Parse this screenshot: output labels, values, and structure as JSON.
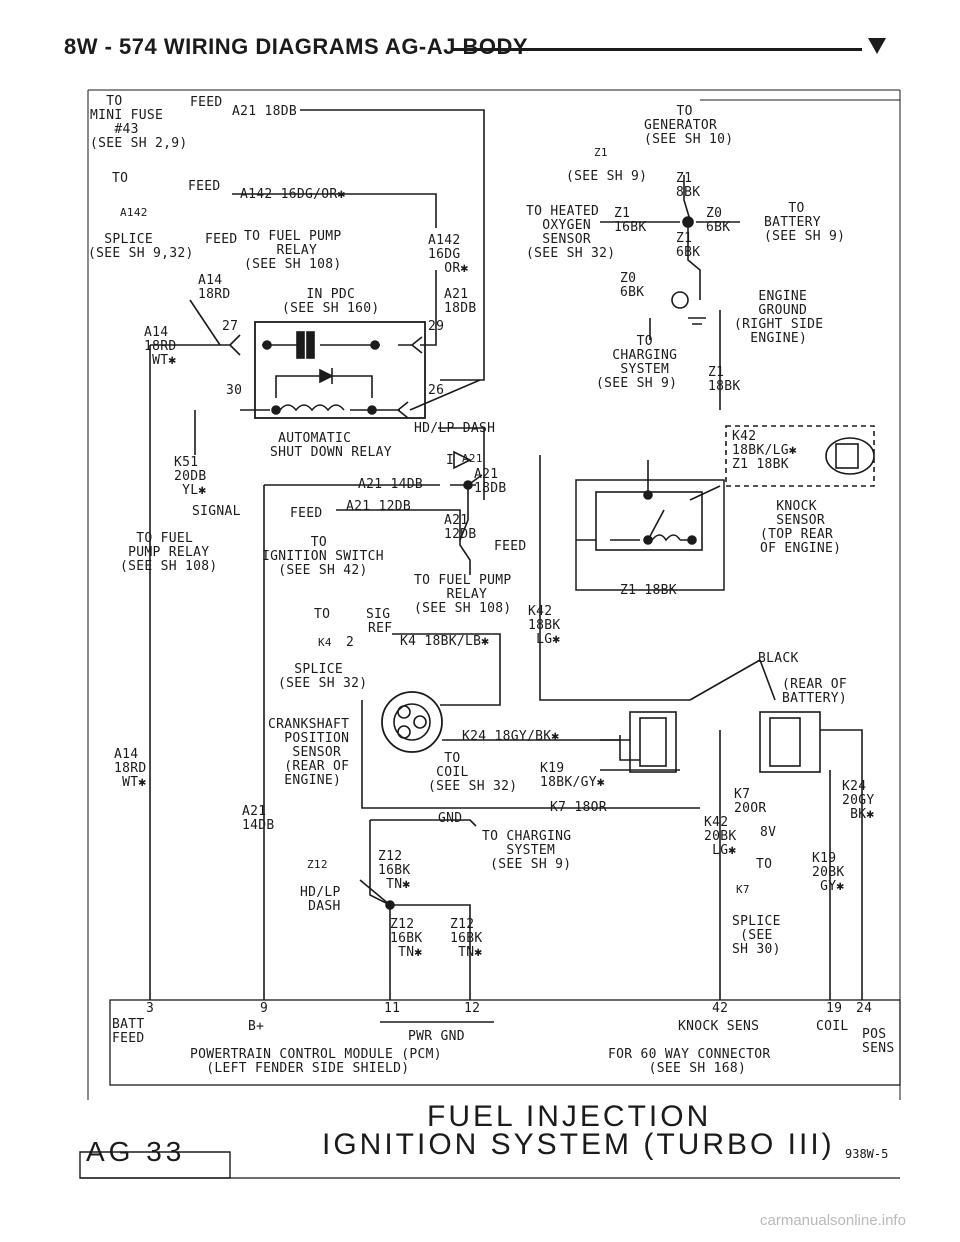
{
  "header": {
    "title": "8W - 574   WIRING DIAGRAMS AG-AJ BODY"
  },
  "labels": {
    "mini_fuse": "  TO\nMINI FUSE\n   #43\n(SEE SH 2,9)",
    "feed1": "FEED",
    "a21_18db_top": "A21 18DB",
    "to_a142": "TO",
    "feed2": "FEED",
    "a142_wire": "A142 16DG/OR✱",
    "a142_conn": "A142",
    "splice1": "  SPLICE\n(SEE SH 9,32)",
    "feed_fuel_pump": "FEED",
    "to_fuel_pump_relay": "TO FUEL PUMP\n    RELAY\n(SEE SH 108)",
    "a142_right": "A142\n16DG\n  OR✱",
    "a14_18rd_top": "A14\n18RD",
    "in_pdc": "   IN PDC\n(SEE SH 160)",
    "a21_18db_right": "A21\n18DB",
    "a14_left": "A14\n18RD\n WT✱",
    "pin27": "27",
    "pin29": "29",
    "pin30": "30",
    "pin26": "26",
    "asd_relay": " AUTOMATIC\nSHUT DOWN RELAY",
    "hd_lp_dash": "HD/LP DASH",
    "i_label": "I",
    "a21_conn": "A21",
    "k51": "K51\n20DB\n YL✱",
    "a21_14db": "A21 14DB",
    "a21_18db_mid": "A21\n18DB",
    "signal": "SIGNAL",
    "feed_a21_12db": "FEED",
    "a21_12db": "A21 12DB",
    "a21_12db_b": "A21\n12DB",
    "feed_right": "FEED",
    "to_fuel_pump_relay2": "  TO FUEL\n PUMP RELAY\n(SEE SH 108)",
    "to_ignition": "      TO\nIGNITION SWITCH\n  (SEE SH 42)",
    "to_fuel_pump3": "TO FUEL PUMP\n    RELAY\n(SEE SH 108)",
    "to_sig": "TO",
    "sig": "SIG",
    "ref": "REF",
    "k4_wire": "K4 18BK/LB✱",
    "k4_conn": "K4",
    "pin2": "2",
    "splice2": "  SPLICE\n(SEE SH 32)",
    "crank_sensor": "CRANKSHAFT\n  POSITION\n   SENSOR\n  (REAR OF\n  ENGINE)",
    "k24_wire": "K24 18GY/BK✱",
    "to_coil": "  TO\n COIL\n(SEE SH 32)",
    "k19_wire": "K19\n18BK/GY✱",
    "k7_wire": "K7 18OR",
    "a14_left2": "A14\n18RD\n WT✱",
    "a21_14db_b": "A21\n14DB",
    "gnd": "GND",
    "to_charging": "TO CHARGING\n   SYSTEM\n (SEE SH 9)",
    "z12_conn": "Z12",
    "z12_16bk": "Z12\n16BK\n TN✱",
    "hd_lp_dash2": "HD/LP\n DASH",
    "z12_a": "Z12\n16BK\n TN✱",
    "z12_b": "Z12\n16BK\n TN✱",
    "to_generator": "    TO\nGENERATOR\n(SEE SH 10)",
    "z1_conn": "Z1",
    "see_sh9": "(SEE SH 9)",
    "z1_8bk": "Z1\n8BK",
    "to_heated": "TO HEATED\n  OXYGEN\n  SENSOR\n(SEE SH 32)",
    "z1_16bk": "Z1\n16BK",
    "z0_6bk": "Z0\n6BK",
    "to_battery": "   TO\nBATTERY\n(SEE SH 9)",
    "z1_6bk": "Z1\n6BK",
    "z0_6bk_b": "Z0\n6BK",
    "engine_ground": "   ENGINE\n   GROUND\n(RIGHT SIDE\n  ENGINE)",
    "to_charging2": "     TO\n  CHARGING\n   SYSTEM\n(SEE SH 9)",
    "z1_18bk": "Z1\n18BK",
    "k42_box": "K42\n18BK/LG✱\nZ1 18BK",
    "knock_sensor": "  KNOCK\n  SENSOR\n(TOP REAR\nOF ENGINE)",
    "z1_18bk_b": "Z1 18BK",
    "k42_18bk": "K42\n18BK\n LG✱",
    "black": "BLACK",
    "rear_battery": "(REAR OF\nBATTERY)",
    "k7_20or": "K7\n20OR",
    "k42_20bk": "K42\n20BK\n LG✱",
    "pin8v": "8V",
    "to_k7": "TO",
    "k7_conn": "K7",
    "splice3": "SPLICE\n (SEE\nSH 30)",
    "k24_20gy": "K24\n20GY\n BK✱",
    "k19_20bk": "K19\n20BK\n GY✱",
    "pcm_pins": {
      "p3": "3",
      "p9": "9",
      "p11": "11",
      "p12": "12",
      "p42": "42",
      "p19": "19",
      "p24": "24"
    },
    "batt_feed": "BATT\nFEED",
    "b_plus": "B+",
    "pwr_gnd": "PWR GND",
    "knock_sens": "KNOCK SENS",
    "coil": "COIL",
    "pos_sens": "POS\nSENS",
    "pcm": "POWERTRAIN CONTROL MODULE (PCM)\n  (LEFT FENDER SIDE SHIELD)",
    "for_60way": "FOR 60 WAY CONNECTOR\n     (SEE SH 168)"
  },
  "footer": {
    "title_line1": "FUEL INJECTION",
    "title_line2": "IGNITION SYSTEM (TURBO III)",
    "page_code": "AG 33",
    "diagram_code": "938W-5"
  },
  "watermark": "carmanualsonline.info"
}
